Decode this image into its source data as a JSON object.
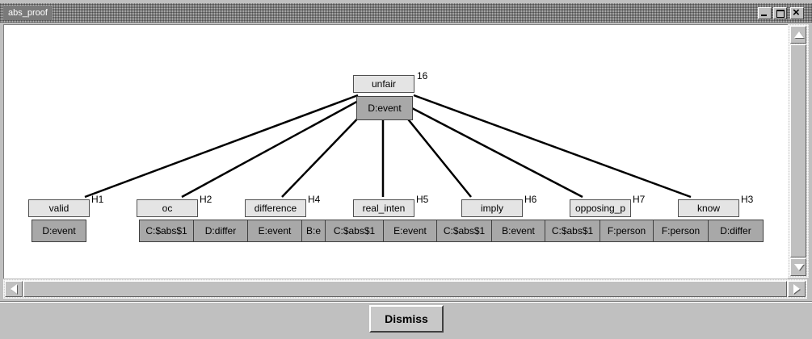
{
  "window": {
    "title": "abs_proof"
  },
  "graph": {
    "root": {
      "label": "unfair",
      "number": "16",
      "cell": "D:event"
    },
    "children": [
      {
        "label": "valid",
        "number": "H1",
        "cells": [
          "D:event"
        ]
      },
      {
        "label": "oc",
        "number": "H2",
        "cells": [
          "C:$abs$1",
          "D:differ"
        ]
      },
      {
        "label": "difference",
        "number": "H4",
        "cells": [
          "E:event",
          "B:e"
        ]
      },
      {
        "label": "real_inten",
        "number": "H5",
        "cells": [
          "C:$abs$1",
          "E:event"
        ]
      },
      {
        "label": "imply",
        "number": "H6",
        "cells": [
          "C:$abs$1",
          "B:event"
        ]
      },
      {
        "label": "opposing_p",
        "number": "H7",
        "cells": [
          "C:$abs$1",
          "F:person"
        ]
      },
      {
        "label": "know",
        "number": "H3",
        "cells": [
          "F:person",
          "D:differ"
        ]
      }
    ]
  },
  "footer": {
    "dismiss_label": "Dismiss"
  },
  "icons": {
    "minimize": "minimize-icon",
    "maximize": "maximize-icon",
    "close": "close-icon"
  }
}
